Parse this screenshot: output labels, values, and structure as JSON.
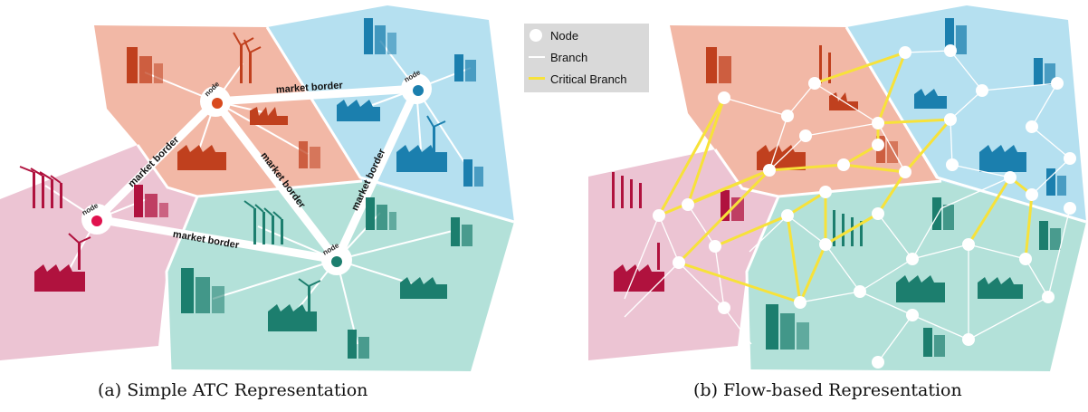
{
  "captions": {
    "a": "(a) Simple ATC Representation",
    "b": "(b) Flow-based Representation"
  },
  "legend": {
    "node": "Node",
    "branch": "Branch",
    "critical": "Critical Branch"
  },
  "labels": {
    "node": "node",
    "market_border": "market border"
  },
  "colors": {
    "red_zone_bg": "#f2b8a6",
    "red_zone_fg": "#c0401e",
    "blue_zone_bg": "#b5e0f0",
    "blue_zone_fg": "#1b7fae",
    "pink_zone_bg": "#ecc4d3",
    "pink_zone_fg": "#b0123e",
    "teal_zone_bg": "#b3e1d9",
    "teal_zone_fg": "#1c7e6e",
    "critical_branch": "#f7e23a"
  }
}
